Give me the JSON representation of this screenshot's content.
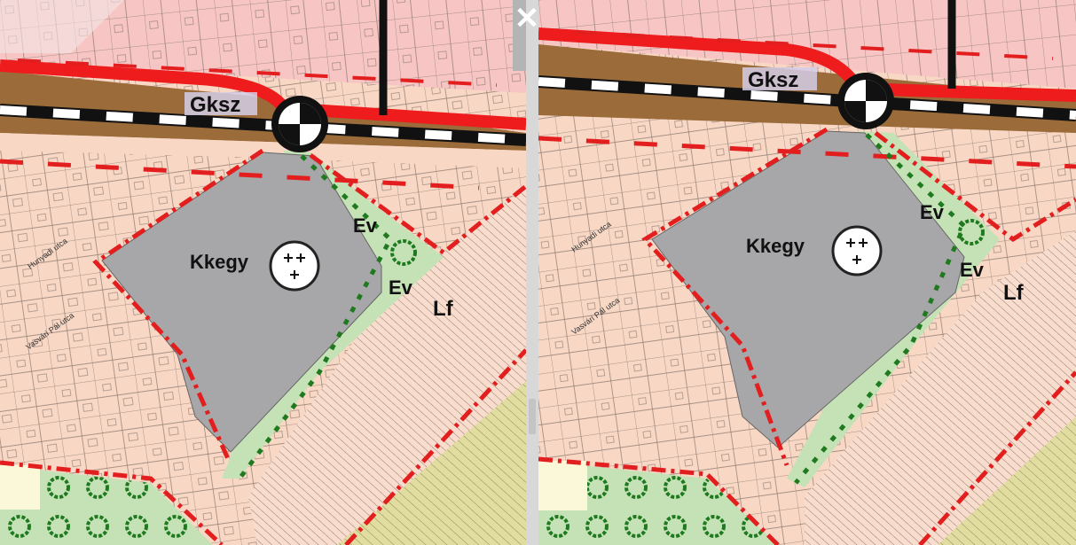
{
  "left": {
    "labels": {
      "commercial_zone": "Gksz",
      "special_zone": "Kkegy",
      "green_upper": "Ev",
      "green_lower": "Ev",
      "residential": "Lf"
    },
    "streets": {
      "hunyadi": "Hunyadi utca",
      "petofi": "Vasvári Pál utca"
    }
  },
  "right": {
    "labels": {
      "commercial_zone": "Gksz",
      "special_zone": "Kkegy",
      "green_upper": "Ev",
      "green_lower": "Ev",
      "residential": "Lf"
    },
    "streets": {
      "hunyadi": "Hunyadi utca",
      "petofi": "Vasvári Pál utca"
    }
  },
  "colors": {
    "residential_fill": "#f8d7c5",
    "commercial_fill": "#f7c6c4",
    "special_fill": "#a7a7a9",
    "green_fill": "#c5e2b7",
    "agri_fill": "#e1dc9f",
    "road_fill": "#9b6b3a",
    "main_road": "#ee1c1c",
    "boundary": "#e31e1e",
    "railway": "#111111"
  },
  "icons": {
    "close": "close-icon",
    "station": "station-symbol-icon",
    "cemetery": "cemetery-symbol-icon"
  }
}
